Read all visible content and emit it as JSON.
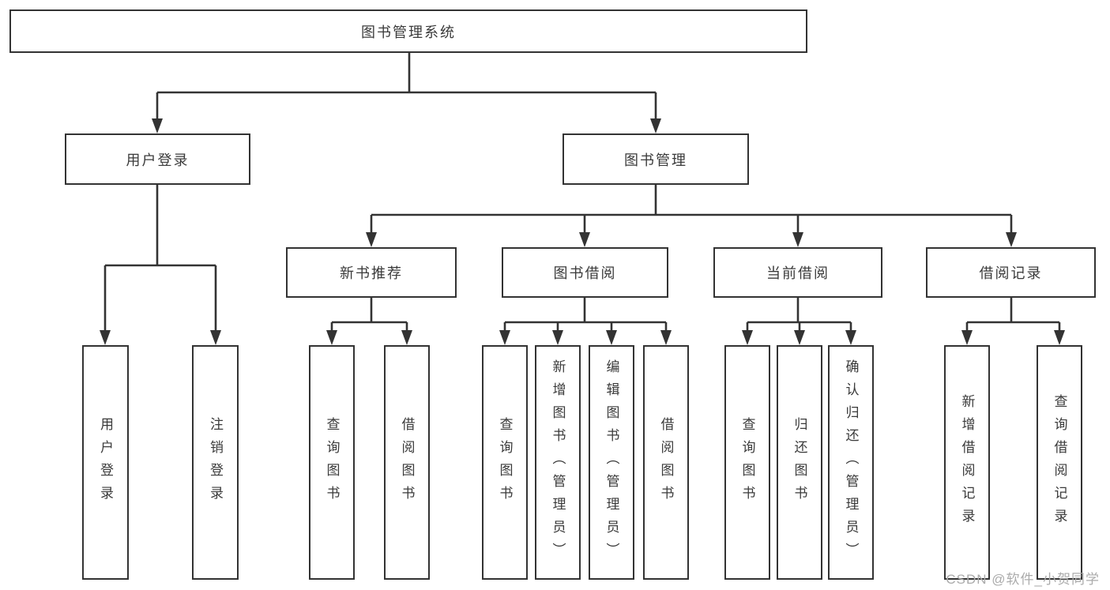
{
  "nodes": {
    "root": {
      "label": "图书管理系统"
    },
    "user_login": {
      "label": "用户登录"
    },
    "book_management": {
      "label": "图书管理"
    },
    "new_book_recommend": {
      "label": "新书推荐"
    },
    "book_borrow": {
      "label": "图书借阅"
    },
    "current_borrow": {
      "label": "当前借阅"
    },
    "borrow_record": {
      "label": "借阅记录"
    },
    "leaf_user_login": {
      "label": "用户登录"
    },
    "leaf_logout": {
      "label": "注销登录"
    },
    "leaf_recommend_query_book": {
      "label": "查询图书"
    },
    "leaf_recommend_borrow_book": {
      "label": "借阅图书"
    },
    "leaf_borrow_query_book": {
      "label": "查询图书"
    },
    "leaf_borrow_add_book": {
      "label": "新增图书（管理员）"
    },
    "leaf_borrow_edit_book": {
      "label": "编辑图书（管理员）"
    },
    "leaf_borrow_borrow_book": {
      "label": "借阅图书"
    },
    "leaf_current_query_book": {
      "label": "查询图书"
    },
    "leaf_current_return_book": {
      "label": "归还图书"
    },
    "leaf_current_confirm_return": {
      "label": "确认归还（管理员）"
    },
    "leaf_record_add": {
      "label": "新增借阅记录"
    },
    "leaf_record_query": {
      "label": "查询借阅记录"
    }
  },
  "watermark": {
    "text": "CSDN @软件_小贺同学"
  },
  "colors": {
    "line": "#333333",
    "text": "#3a3a3a",
    "watermark": "#ababab",
    "background": "#ffffff"
  }
}
